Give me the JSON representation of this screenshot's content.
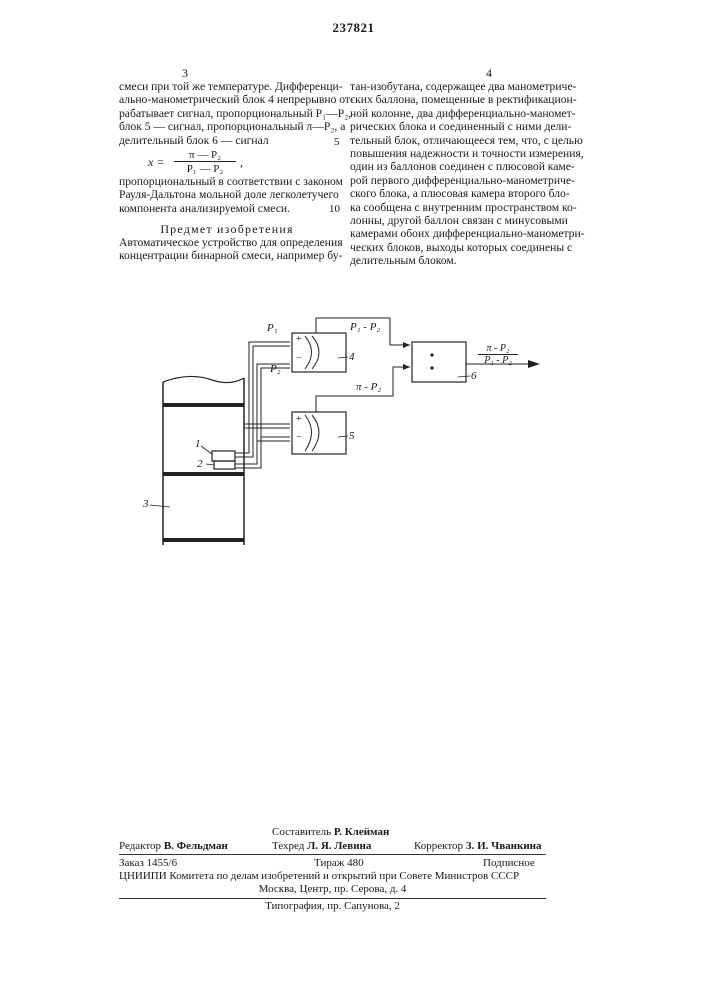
{
  "patent_number": "237821",
  "left_column": {
    "number": "3",
    "lines": [
      "смеси при той же температуре. Дифференци-",
      "ально-манометрический блок 4 непрерывно от-",
      "рабатывает сигнал, пропорциональный P₁—P₂,",
      "блок 5 — сигнал, пропорциональный π—P₂, а",
      "делительный блок 6 — сигнал"
    ],
    "formula_lhs": "x =",
    "formula_numerator": "π — P₂",
    "formula_denominator": "P₁ — P₂",
    "formula_tail": ",",
    "lines_after": [
      "пропорциональный в соответствии с законом",
      "Рауля-Дальтона мольной доле легколетучего",
      "компонента анализируемой смеси."
    ],
    "heading": "Предмет изобретения",
    "lines_claim": [
      "Автоматическое устройство для определения",
      "концентрации бинарной смеси, например бу-"
    ]
  },
  "right_column": {
    "number": "4",
    "lines": [
      "тан-изобутана, содержащее два манометриче-",
      "ских баллона, помещенные в ректификацион-",
      "ной колонне, два дифференциально-маномет-",
      "рических блока и соединенный с ними дели-",
      "тельный блок, отличающееся тем, что, с целью",
      "повышения надежности и точности измерения,",
      "один из баллонов соединен с плюсовой каме-",
      "рой первого дифференциально-манометриче-",
      "ского блока, а плюсовая камера второго бло-",
      "ка сообщена с внутренним пространством ко-",
      "лонны, другой баллон связан с минусовыми",
      "камерами обоих дифференциально-манометри-",
      "ческих блоков, выходы которых соединены с",
      "делительным блоком."
    ],
    "line_number_5": "5",
    "line_number_10": "10"
  },
  "diagram": {
    "label_p1": "P₁",
    "label_p2": "P₂",
    "label_p1_minus_p2": "P₁ - P₂",
    "label_pi_minus_p2": "π - P₂",
    "output_numerator": "π - P₂",
    "output_denominator": "P₁ - P₂",
    "plus": "+",
    "minus": "−",
    "label_1": "1",
    "label_2": "2",
    "label_3": "3",
    "label_4": "4",
    "label_5": "5",
    "label_6": "6"
  },
  "footer": {
    "compiler_label": "Составитель",
    "compiler": "Р. Клейман",
    "editor_label": "Редактор",
    "editor": "В. Фельдман",
    "techred_label": "Техред",
    "techred": "Л. Я. Левина",
    "corrector_label": "Корректор",
    "corrector": "З. И. Чванкина",
    "order": "Заказ 1455/6",
    "circulation": "Тираж 480",
    "subscription": "Подписное",
    "org": "ЦНИИПИ Комитета по делам изобретений и открытий при Совете Министров СССР",
    "address": "Москва, Центр, пр. Серова, д. 4",
    "printing": "Типография, пр. Сапунова, 2"
  }
}
